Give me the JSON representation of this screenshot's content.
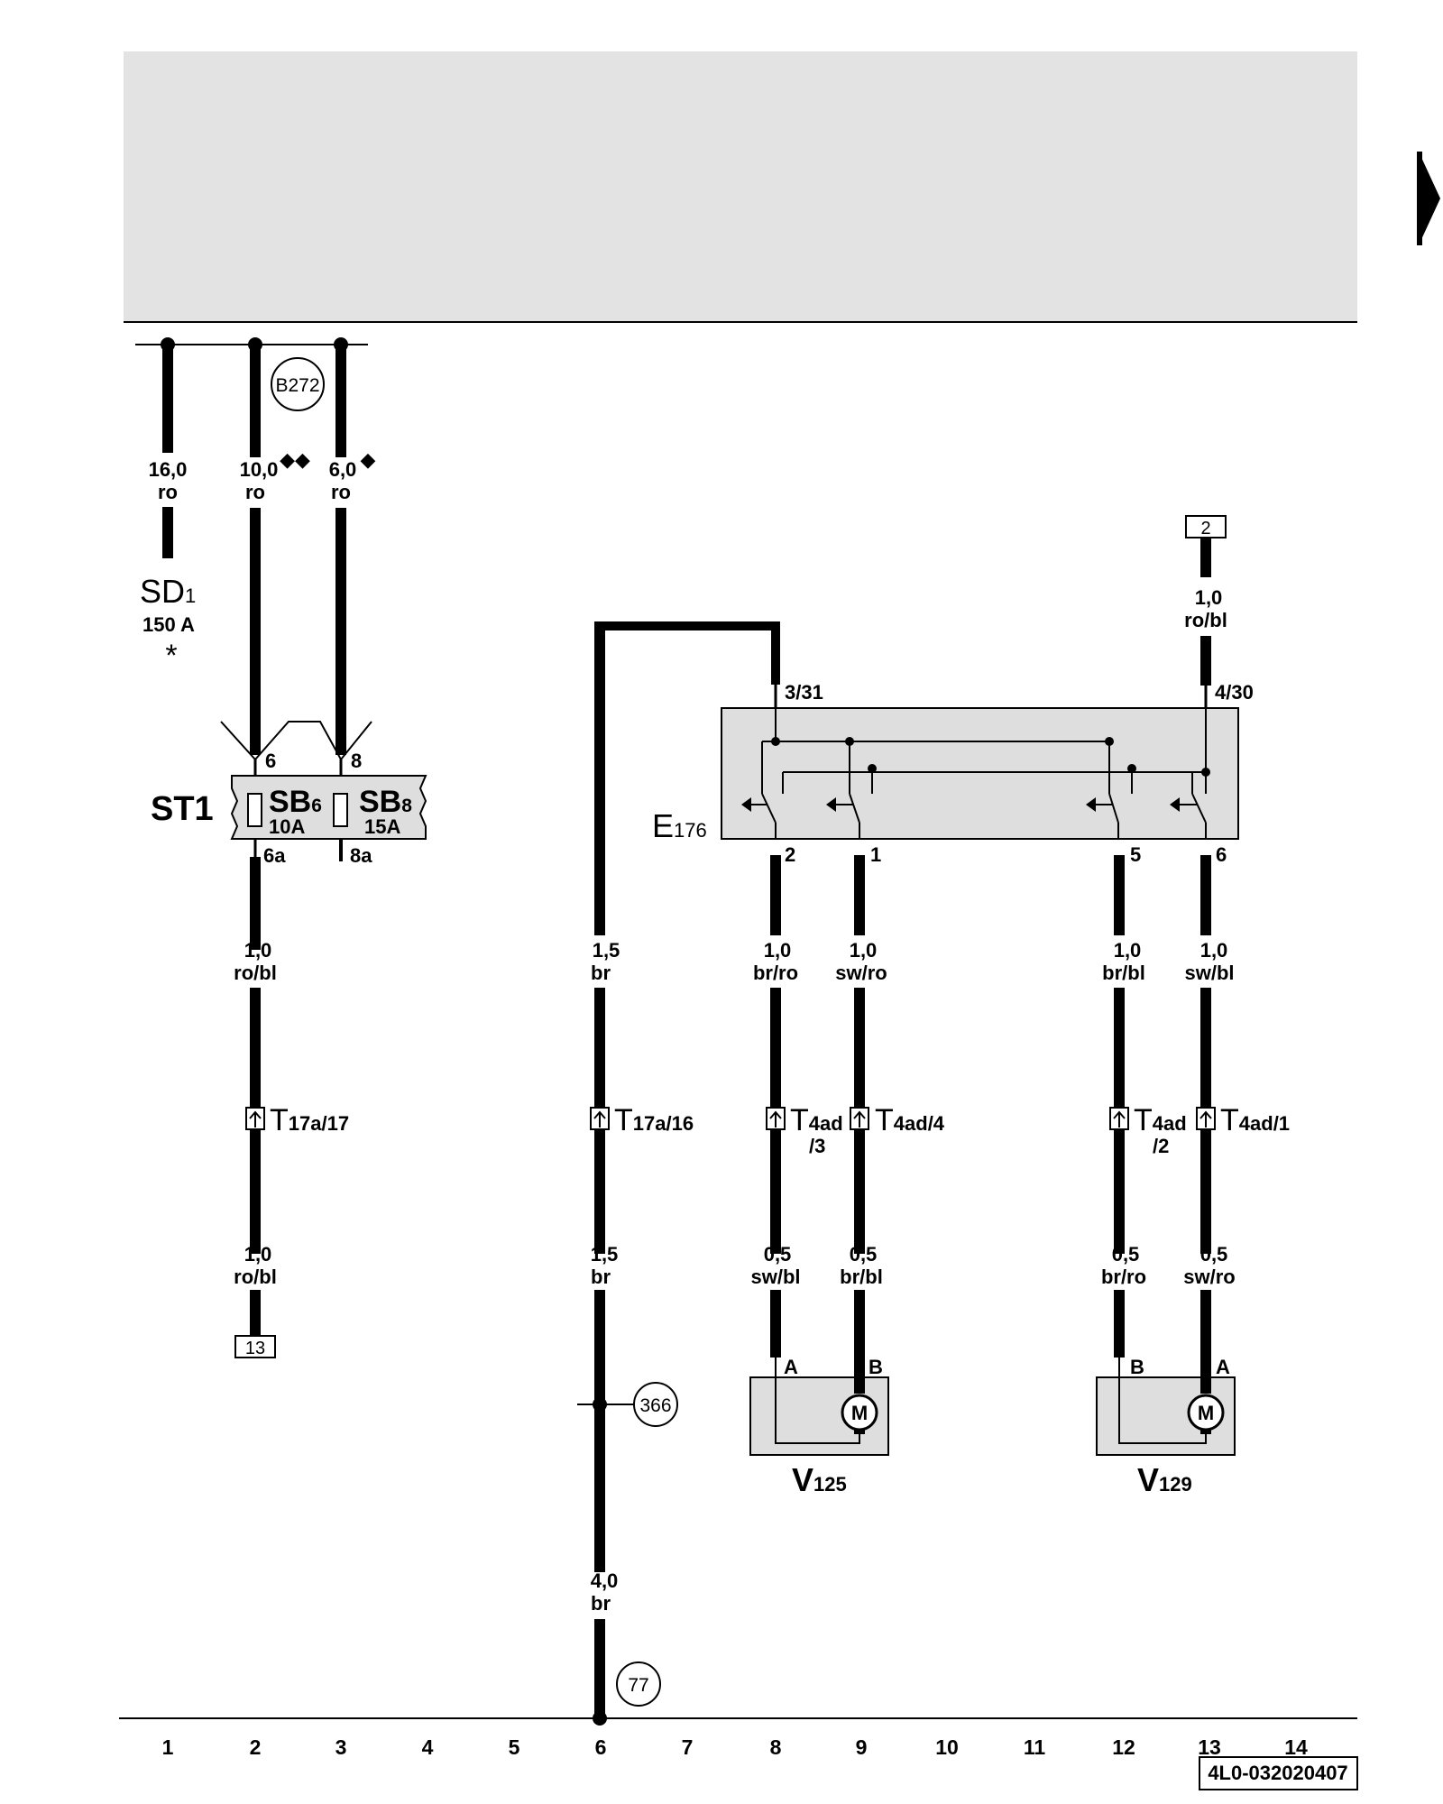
{
  "header_area": {},
  "ground_points": {
    "b272": "B272",
    "g366": "366",
    "g77": "77"
  },
  "wires": {
    "w1": {
      "gauge": "16,0",
      "color": "ro"
    },
    "w2": {
      "gauge": "10,0",
      "color": "ro",
      "mark": "◆◆"
    },
    "w3": {
      "gauge": "6,0",
      "color": "ro",
      "mark": "◆"
    },
    "w2b": {
      "gauge": "1,0",
      "color": "ro/bl"
    },
    "w2c": {
      "gauge": "1,0",
      "color": "ro/bl"
    },
    "w6a": {
      "gauge": "1,5",
      "color": "br"
    },
    "w6b": {
      "gauge": "1,5",
      "color": "br"
    },
    "w6c": {
      "gauge": "4,0",
      "color": "br"
    },
    "w8a": {
      "gauge": "1,0",
      "color": "br/ro"
    },
    "w9a": {
      "gauge": "1,0",
      "color": "sw/ro"
    },
    "w12a": {
      "gauge": "1,0",
      "color": "br/bl"
    },
    "w13a": {
      "gauge": "1,0",
      "color": "sw/bl"
    },
    "w13top": {
      "gauge": "1,0",
      "color": "ro/bl"
    },
    "w8b": {
      "gauge": "0,5",
      "color": "sw/bl"
    },
    "w9b": {
      "gauge": "0,5",
      "color": "br/bl"
    },
    "w12b": {
      "gauge": "0,5",
      "color": "br/ro"
    },
    "w13b": {
      "gauge": "0,5",
      "color": "sw/ro"
    }
  },
  "components": {
    "sd1": {
      "name": "SD",
      "sub": "1",
      "rating": "150 A",
      "note": "*"
    },
    "st1": {
      "name": "ST1"
    },
    "sb6": {
      "name": "SB",
      "sub": "6",
      "rating": "10A"
    },
    "sb8": {
      "name": "SB",
      "sub": "8",
      "rating": "15A"
    },
    "e176": {
      "name": "E",
      "sub": "176"
    },
    "v125": {
      "name": "V",
      "sub": "125"
    },
    "v129": {
      "name": "V",
      "sub": "129"
    },
    "motor_symbol": "M"
  },
  "pins": {
    "st1_6": "6",
    "st1_8": "8",
    "st1_6a": "6a",
    "st1_8a": "8a",
    "e_3_31": "3/31",
    "e_4_30": "4/30",
    "e_2": "2",
    "e_1": "1",
    "e_5": "5",
    "e_6": "6",
    "v125_a": "A",
    "v125_b": "B",
    "v129_b": "B",
    "v129_a": "A"
  },
  "connectors": {
    "t17a17": {
      "name": "T",
      "sub": "17a/17"
    },
    "t17a16": {
      "name": "T",
      "sub": "17a/16"
    },
    "t4ad3": {
      "name": "T",
      "sub": "4ad",
      "sub2": "/3"
    },
    "t4ad4": {
      "name": "T",
      "sub": "4ad/4"
    },
    "t4ad2": {
      "name": "T",
      "sub": "4ad",
      "sub2": "/2"
    },
    "t4ad1": {
      "name": "T",
      "sub": "4ad/1"
    }
  },
  "refs": {
    "r13": "13",
    "r2": "2"
  },
  "columns": [
    "1",
    "2",
    "3",
    "4",
    "5",
    "6",
    "7",
    "8",
    "9",
    "10",
    "11",
    "12",
    "13",
    "14"
  ],
  "doc_id": "4L0-032020407"
}
